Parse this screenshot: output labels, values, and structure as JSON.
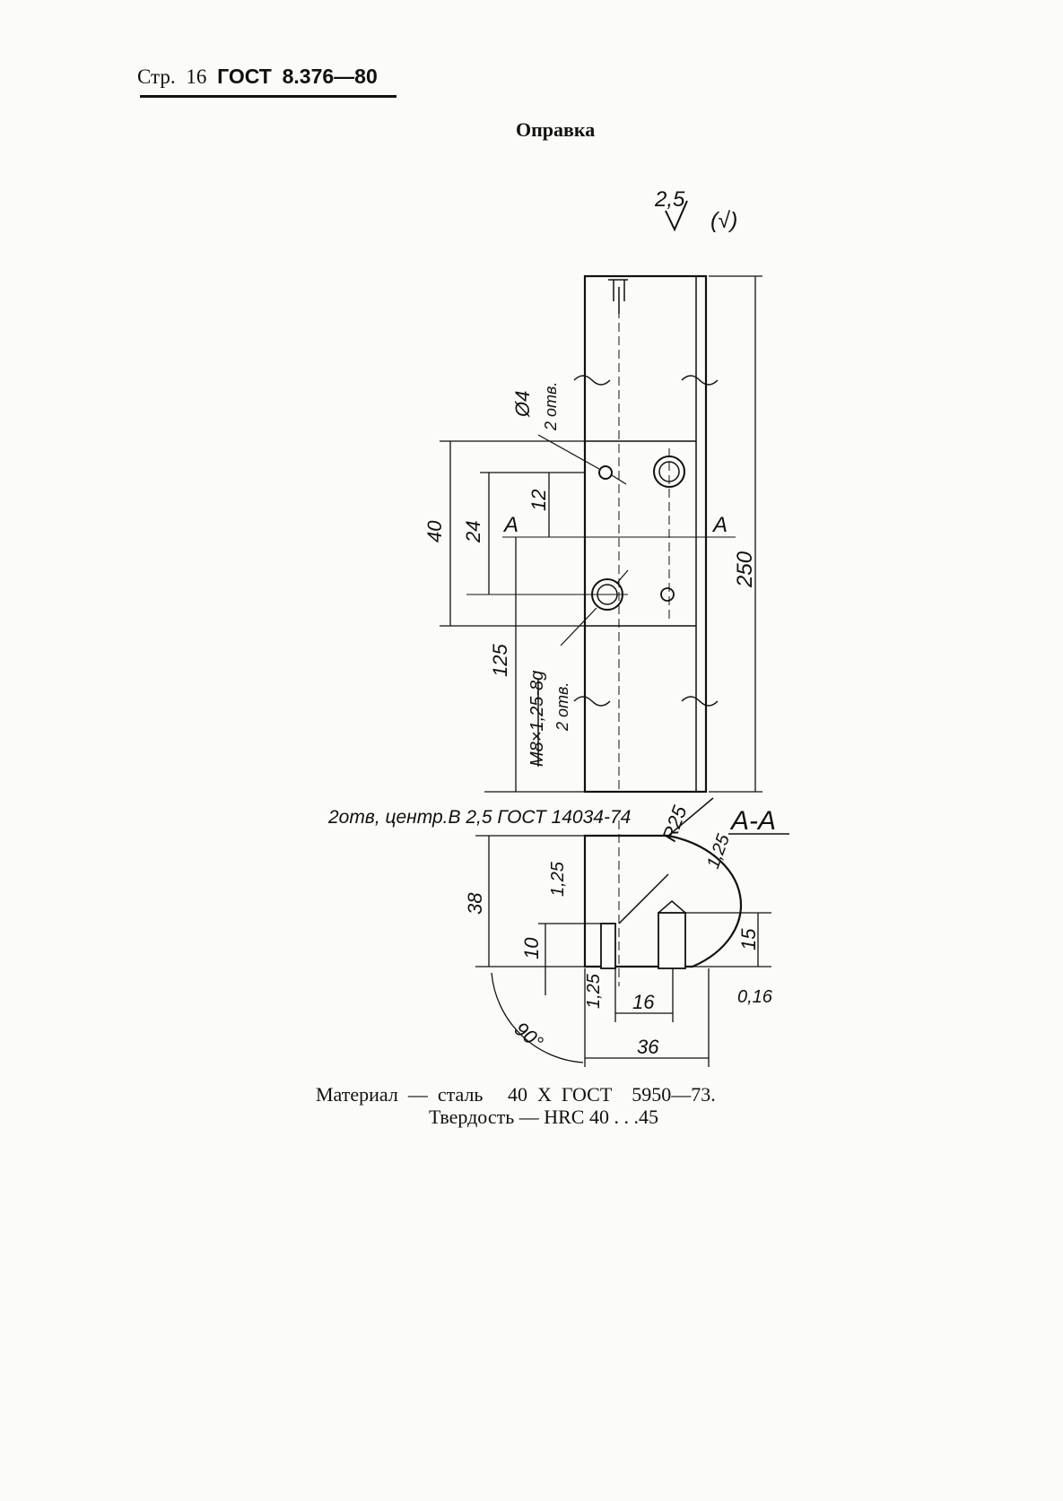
{
  "header": {
    "page_label": "Стр.",
    "page_number": "16",
    "standard": "ГОСТ",
    "standard_number": "8.376—80"
  },
  "title": "Оправка",
  "roughness": {
    "main_value": "2,5",
    "other": "(√)",
    "section_value": "0,16"
  },
  "dimensions": {
    "length": "250",
    "hole_dia": "Ø4",
    "hole_count_note": "2 отв.",
    "span_40": "40",
    "span_24": "24",
    "span_12": "12",
    "span_125": "125",
    "thread": "M8×1,25-8g",
    "thread_note": "2 отв.",
    "section_height": "38",
    "radius": "R25",
    "chamfer_top": "1,25",
    "chamfer_left": "1,25",
    "chamfer_bottom": "1,25",
    "hole_depth_10": "10",
    "hole_depth_15": "15",
    "angle": "90°",
    "width_16": "16",
    "width_36": "36"
  },
  "section_label": "А-А",
  "cut_label": "А",
  "center_note": "2отв, центр.В 2,5  ГОСТ 14034-74",
  "material_line": "Материал  —  сталь     40  Х  ГОСТ    5950—73.",
  "hardness_line": "Твердость — HRC 40 . . .45"
}
